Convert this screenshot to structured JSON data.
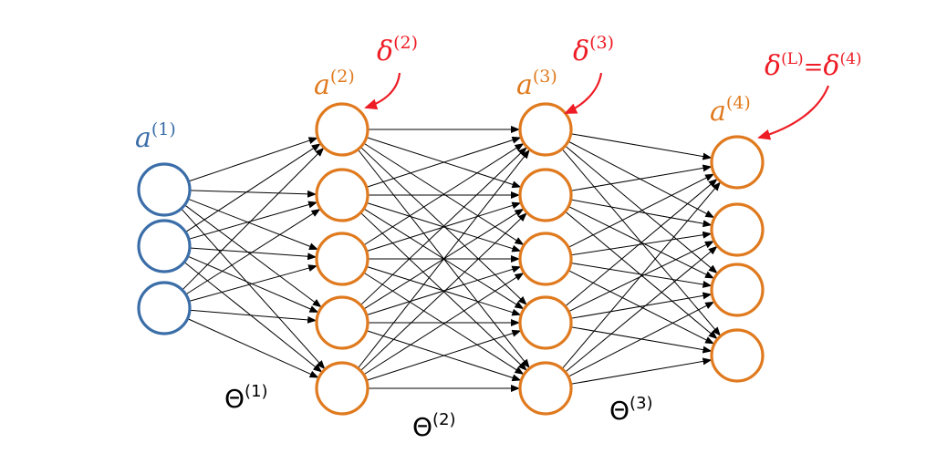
{
  "colors": {
    "input_layer": "#3b6ea8",
    "hidden_layer": "#e07a1f",
    "delta_label": "#ee1c25",
    "edge": "#000000"
  },
  "layers": [
    {
      "id": "layer-1",
      "label_base": "a",
      "label_sup": "(1)",
      "node_count": 3,
      "role": "input"
    },
    {
      "id": "layer-2",
      "label_base": "a",
      "label_sup": "(2)",
      "node_count": 5,
      "role": "hidden"
    },
    {
      "id": "layer-3",
      "label_base": "a",
      "label_sup": "(3)",
      "node_count": 5,
      "role": "hidden"
    },
    {
      "id": "layer-4",
      "label_base": "a",
      "label_sup": "(4)",
      "node_count": 4,
      "role": "output"
    }
  ],
  "weights": [
    {
      "label_base": "Θ",
      "label_sup": "(1)"
    },
    {
      "label_base": "Θ",
      "label_sup": "(2)"
    },
    {
      "label_base": "Θ",
      "label_sup": "(3)"
    }
  ],
  "deltas": [
    {
      "base": "δ",
      "sup": "(2)"
    },
    {
      "base": "δ",
      "sup": "(3)"
    },
    {
      "base1": "δ",
      "sup1": "(L)",
      "eq": "=",
      "base2": "δ",
      "sup2": "(4)"
    }
  ]
}
